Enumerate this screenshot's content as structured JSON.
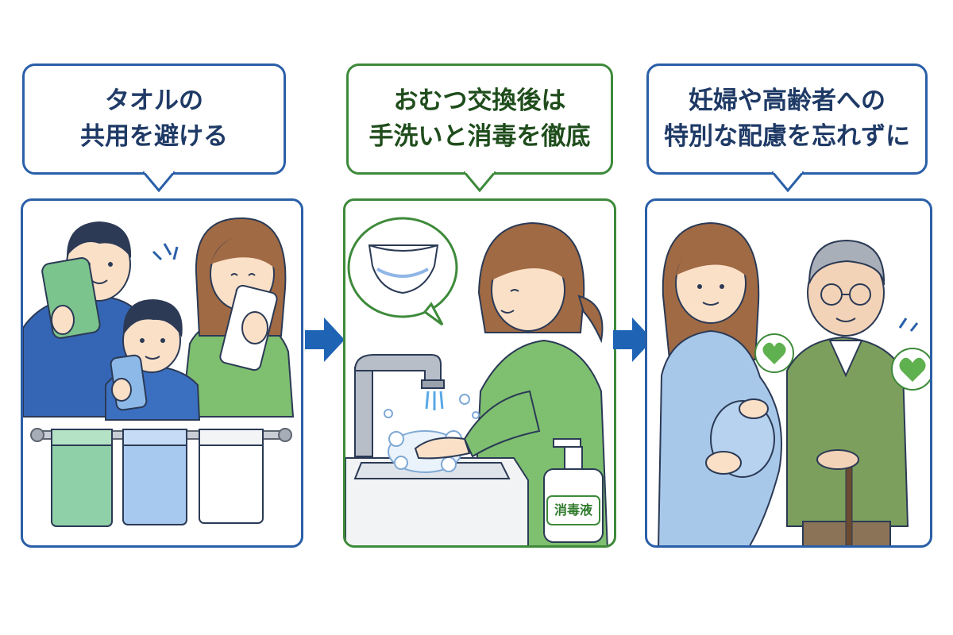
{
  "panels": [
    {
      "caption_line1": "タオルの",
      "caption_line2": "共用を避ける",
      "theme": "#2a5fa8"
    },
    {
      "caption_line1": "おむつ交換後は",
      "caption_line2": "手洗いと消毒を徹底",
      "theme": "#3d8a3a",
      "bottle_label": "消毒液"
    },
    {
      "caption_line1": "妊婦や高齢者への",
      "caption_line2": "特別な配慮を忘れずに",
      "theme": "#2a5fa8"
    }
  ],
  "arrow_color": "#1f63b5"
}
